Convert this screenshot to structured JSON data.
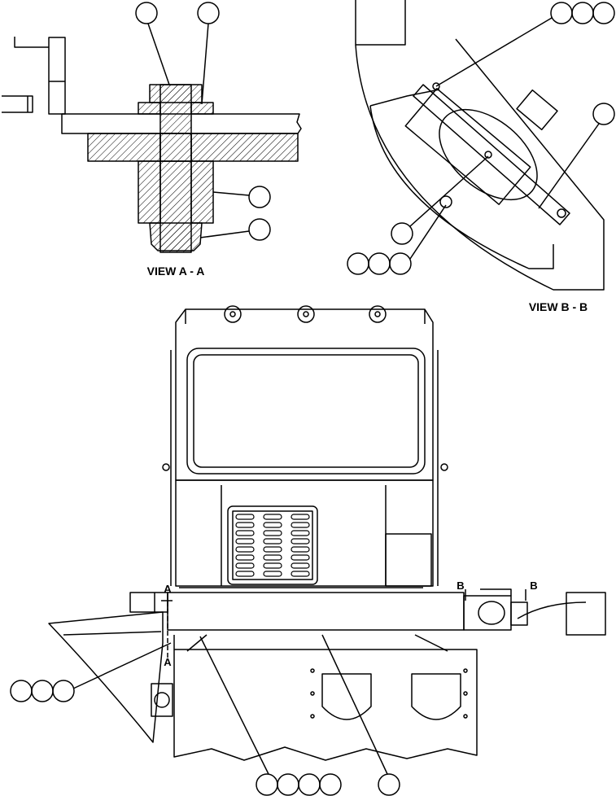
{
  "views": {
    "view_a": {
      "title": "VIEW A - A"
    },
    "view_b": {
      "title": "VIEW B - B"
    }
  },
  "section_marks": {
    "a_top": "A",
    "a_bottom": "A",
    "b_left": "B",
    "b_right": "B"
  },
  "colors": {
    "ink": "#000000",
    "paper": "#ffffff"
  }
}
